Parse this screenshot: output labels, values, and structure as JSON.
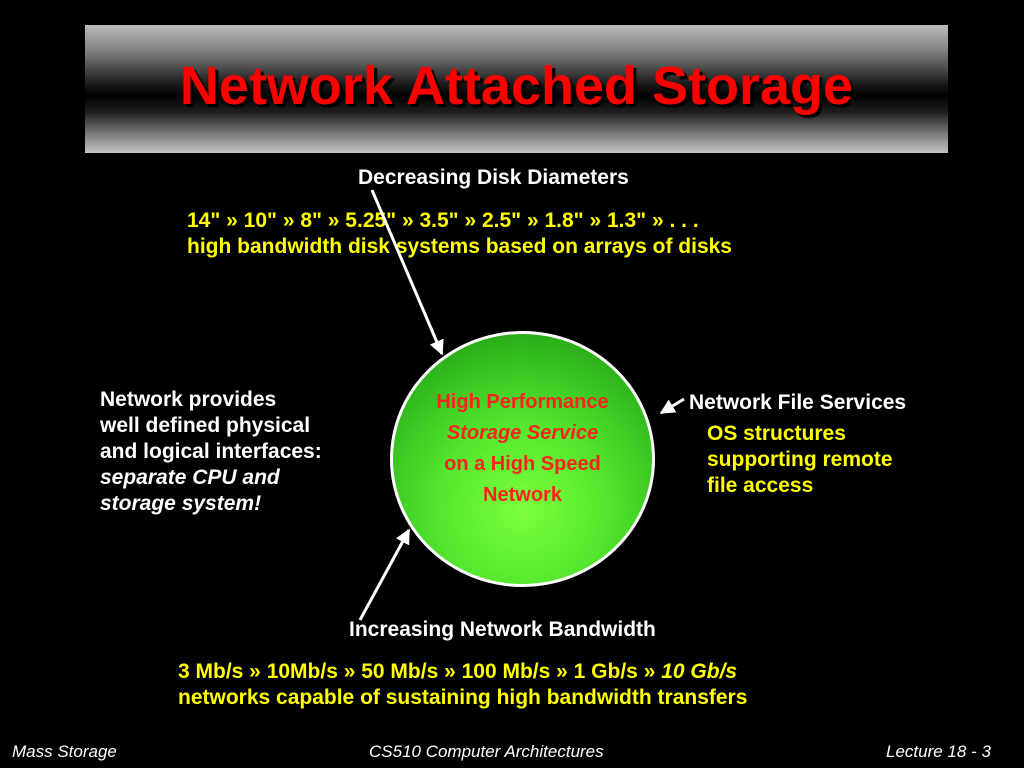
{
  "slide": {
    "title": "Network Attached Storage",
    "top": {
      "heading": "Decreasing Disk Diameters",
      "line1": "14\" » 10\" » 8\" » 5.25\" » 3.5\" » 2.5\" » 1.8\" » 1.3\" » . . .",
      "line2": "high bandwidth disk systems based on arrays of disks"
    },
    "left": {
      "line1": "Network provides",
      "line2": "well defined physical",
      "line3": "and logical interfaces:",
      "line4": "separate CPU and",
      "line5": "storage system!"
    },
    "right": {
      "heading": "Network File Services",
      "line1": "OS structures",
      "line2": "supporting remote",
      "line3": "file access"
    },
    "circle": {
      "line1": "High Performance",
      "line2": "Storage Service",
      "line3": "on a High Speed",
      "line4": "Network"
    },
    "bottom": {
      "heading": "Increasing Network Bandwidth",
      "line1": "3 Mb/s » 10Mb/s » 50 Mb/s » 100 Mb/s » 1 Gb/s » ",
      "line1_italic": "10 Gb/s",
      "line2": "networks capable of sustaining high bandwidth transfers"
    }
  },
  "footer": {
    "left": "Mass Storage",
    "center": "CS510 Computer Architectures",
    "right": "Lecture 18 - 3"
  },
  "colors": {
    "title": "#ff0000",
    "highlight": "#ffff00",
    "circle_fill": "#52e62d",
    "background": "#000000"
  }
}
